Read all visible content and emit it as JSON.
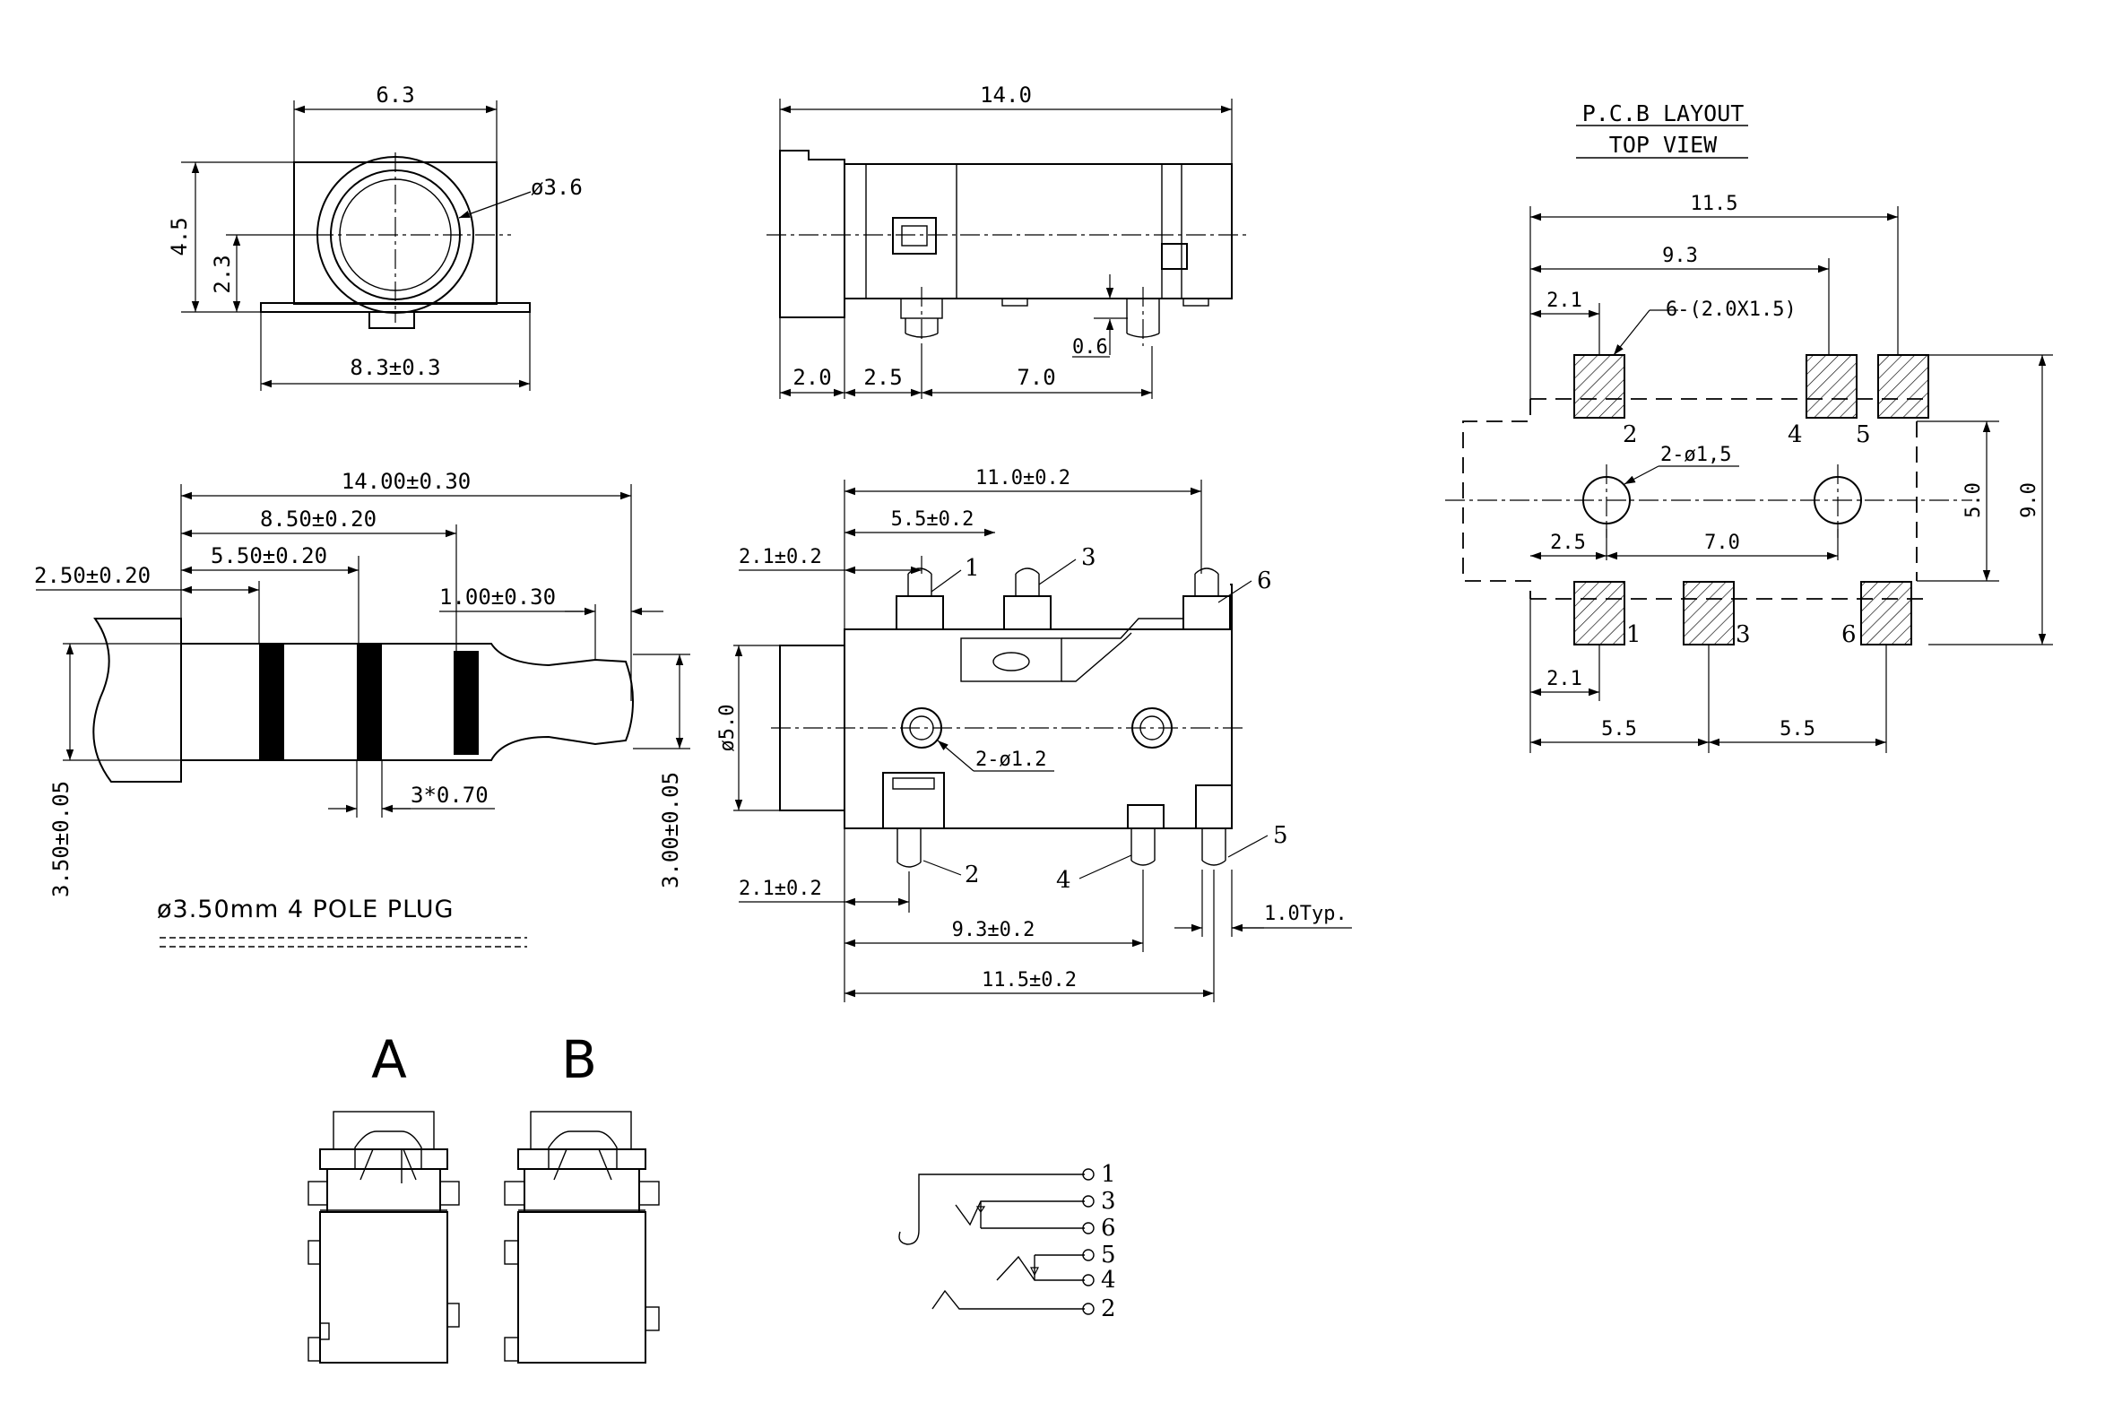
{
  "front_view": {
    "width": "6.3",
    "height": "4.5",
    "center_height": "2.3",
    "bore_diameter": "ø3.6",
    "base_width": "8.3±0.3"
  },
  "side_view": {
    "length": "14.0",
    "d1": "2.0",
    "d2": "2.5",
    "d3": "7.0",
    "standoff": "0.6"
  },
  "plug": {
    "total_length": "14.00±0.30",
    "len_850": "8.50±0.20",
    "len_550": "5.50±0.20",
    "len_250": "2.50±0.20",
    "tip_len": "1.00±0.30",
    "ring_width": "3*0.70",
    "diameter_350": "3.50±0.05",
    "diameter_300": "3.00±0.05",
    "caption": "ø3.50mm 4 POLE PLUG"
  },
  "top_view": {
    "width_110": "11.0±0.2",
    "pitch_55": "5.5±0.2",
    "offset_21_top": "2.1±0.2",
    "offset_21_bottom": "2.1±0.2",
    "body_diameter": "ø5.0",
    "hole_note": "2-ø1.2",
    "span_93": "9.3±0.2",
    "span_115": "11.5±0.2",
    "lead_typ": "1.0Typ.",
    "pins": [
      "1",
      "3",
      "6",
      "2",
      "4",
      "5"
    ]
  },
  "pcb": {
    "title": "P.C.B LAYOUT",
    "subtitle": "TOP VIEW",
    "w_115": "11.5",
    "w_93": "9.3",
    "w_21_top": "2.1",
    "pad_note": "6-(2.0X1.5)",
    "hole_note": "2-ø1,5",
    "h_50": "5.0",
    "h_90": "9.0",
    "c_25": "2.5",
    "c_70": "7.0",
    "w_21_bottom": "2.1",
    "p_55_left": "5.5",
    "p_55_right": "5.5",
    "pins_top": [
      "2",
      "4",
      "5"
    ],
    "pins_bottom": [
      "1",
      "3",
      "6"
    ]
  },
  "variants": {
    "a": "A",
    "b": "B"
  },
  "schematic": {
    "pins": [
      "1",
      "3",
      "6",
      "5",
      "4",
      "2"
    ]
  }
}
